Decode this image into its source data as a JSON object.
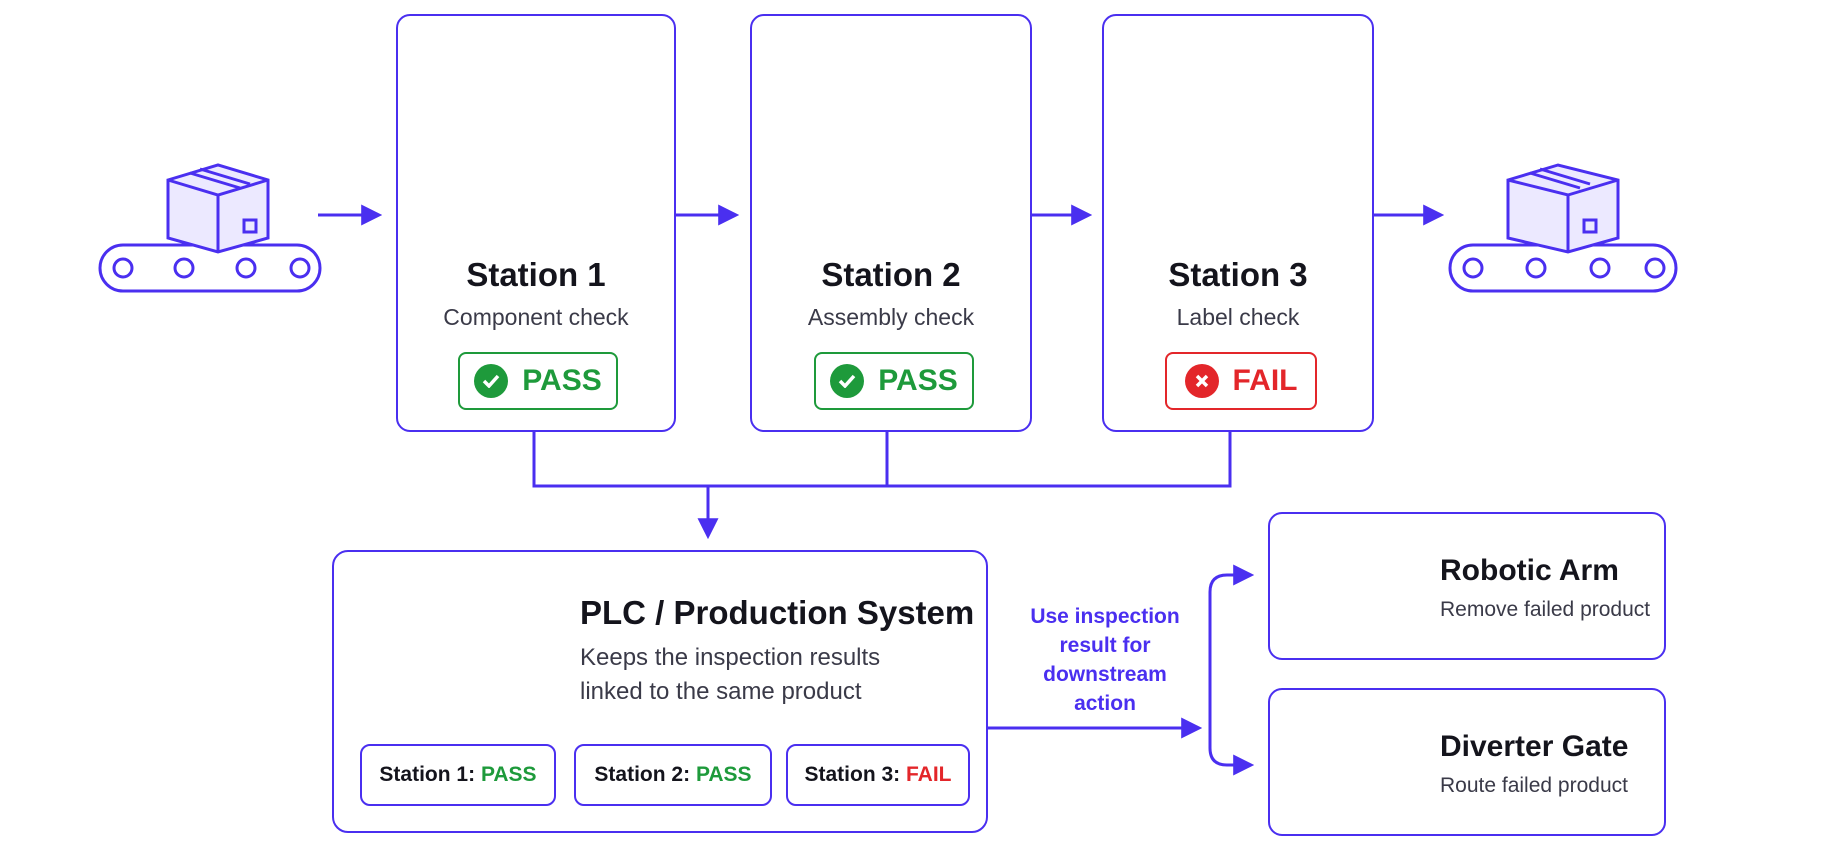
{
  "stations": [
    {
      "title": "Station 1",
      "subtitle": "Component check",
      "status": "PASS"
    },
    {
      "title": "Station 2",
      "subtitle": "Assembly check",
      "status": "PASS"
    },
    {
      "title": "Station 3",
      "subtitle": "Label check",
      "status": "FAIL"
    }
  ],
  "plc": {
    "title": "PLC / Production System",
    "desc_line1": "Keeps the inspection results",
    "desc_line2": "linked to the same product",
    "results": [
      {
        "label": "Station 1:",
        "status": "PASS"
      },
      {
        "label": "Station 2:",
        "status": "PASS"
      },
      {
        "label": "Station 3:",
        "status": "FAIL"
      }
    ]
  },
  "flow_note": [
    "Use inspection",
    "result for",
    "downstream",
    "action"
  ],
  "actions": [
    {
      "title": "Robotic Arm",
      "subtitle": "Remove failed product"
    },
    {
      "title": "Diverter Gate",
      "subtitle": "Route failed product"
    }
  ],
  "colors": {
    "accent": "#4a2ff0",
    "pass": "#1e9a3b",
    "fail": "#e3262a",
    "icon_fill": "#ece9ff"
  }
}
